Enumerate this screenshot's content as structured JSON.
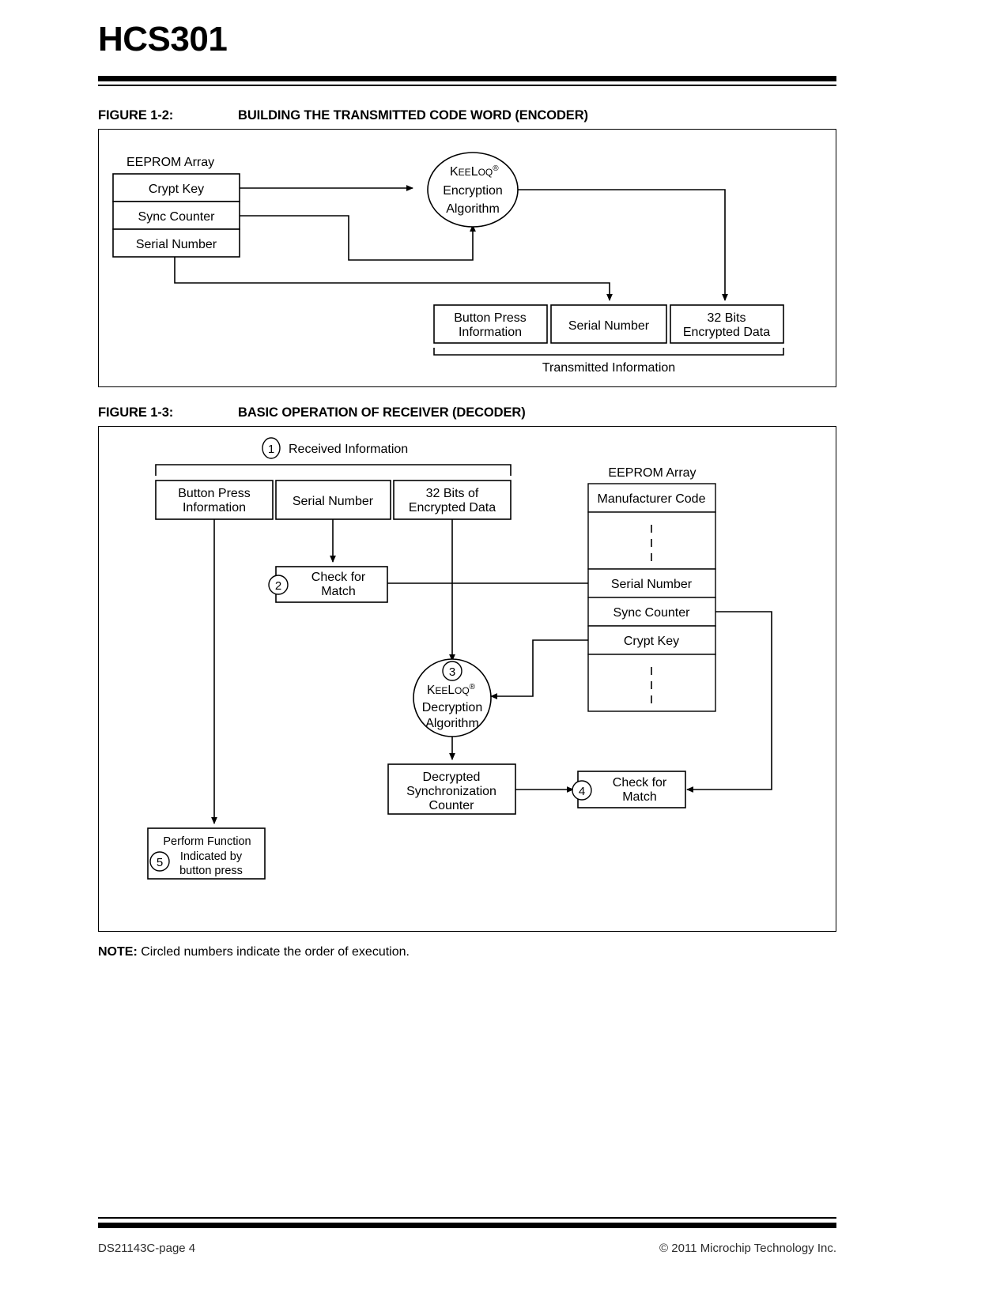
{
  "page": {
    "title": "HCS301"
  },
  "figure1_2": {
    "number": "FIGURE 1-2:",
    "title": "BUILDING THE TRANSMITTED CODE WORD (ENCODER)",
    "eeprom_label": "EEPROM Array",
    "eeprom_rows": [
      "Crypt Key",
      "Sync Counter",
      "Serial Number"
    ],
    "algorithm": {
      "brand_k": "K",
      "brand_ee": "EE",
      "brand_l": "L",
      "brand_oq": "OQ",
      "brand_reg": "®",
      "line2": "Encryption",
      "line3": "Algorithm"
    },
    "transmitted_boxes": [
      {
        "line1": "Button Press",
        "line2": "Information"
      },
      {
        "line1": "Serial Number",
        "line2": ""
      },
      {
        "line1": "32 Bits",
        "line2": "Encrypted Data"
      }
    ],
    "bracket_label": "Transmitted Information"
  },
  "figure1_3": {
    "number": "FIGURE 1-3:",
    "title": "BASIC OPERATION OF RECEIVER (DECODER)",
    "received_label": "Received Information",
    "received_step": "1",
    "received_boxes": [
      {
        "line1": "Button Press",
        "line2": "Information"
      },
      {
        "line1": "Serial Number",
        "line2": ""
      },
      {
        "line1": "32 Bits of",
        "line2": "Encrypted Data"
      }
    ],
    "eeprom_label": "EEPROM Array",
    "eeprom_rows": [
      {
        "label": "Manufacturer Code",
        "dashed": false
      },
      {
        "label": "",
        "dashed": true
      },
      {
        "label": "Serial Number",
        "dashed": false
      },
      {
        "label": "Sync Counter",
        "dashed": false
      },
      {
        "label": "Crypt Key",
        "dashed": false
      },
      {
        "label": "",
        "dashed": true
      }
    ],
    "check_match_2": {
      "step": "2",
      "line1": "Check for",
      "line2": "Match"
    },
    "decryption": {
      "step": "3",
      "brand_k": "K",
      "brand_ee": "EE",
      "brand_l": "L",
      "brand_oq": "OQ",
      "brand_reg": "®",
      "line2": "Decryption",
      "line3": "Algorithm"
    },
    "decrypted_counter": {
      "line1": "Decrypted",
      "line2": "Synchronization",
      "line3": "Counter"
    },
    "check_match_4": {
      "step": "4",
      "line1": "Check for",
      "line2": "Match"
    },
    "perform_function": {
      "step": "5",
      "line1": "Perform Function",
      "line2": "Indicated by",
      "line3": "button press"
    }
  },
  "note": {
    "label": "NOTE:",
    "text": " Circled numbers indicate the order of execution."
  },
  "footer": {
    "left": "DS21143C-page 4",
    "right": "© 2011 Microchip Technology Inc."
  }
}
